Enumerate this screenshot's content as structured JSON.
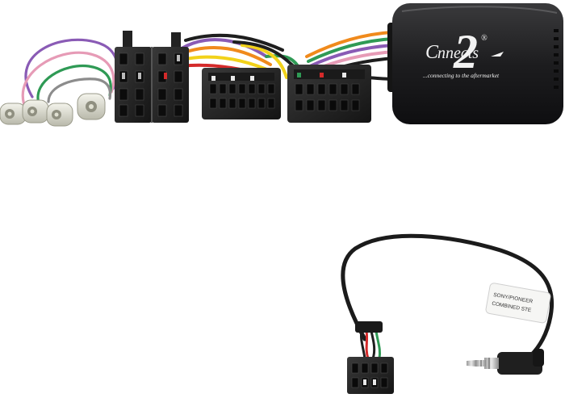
{
  "product": {
    "brand_prefix": "C",
    "brand_number": "2",
    "brand_suffix": "nnects",
    "registered_mark": "®",
    "tagline": "...connecting to the aftermarket"
  },
  "cable_label": {
    "line1": "SONY/PIONEER",
    "line2": "COMBINED STE"
  },
  "colors": {
    "box": "#1d1d1f",
    "connector": "#262626",
    "wire_purple": "#8a5bb5",
    "wire_pink": "#e69bb6",
    "wire_green": "#2f9a55",
    "wire_orange": "#f08a1c",
    "wire_yellow": "#f2d21a",
    "wire_red": "#d42a2a",
    "wire_black": "#1e1e1e",
    "wire_white": "#e8e8e8",
    "wire_grey": "#8c8c8c"
  }
}
